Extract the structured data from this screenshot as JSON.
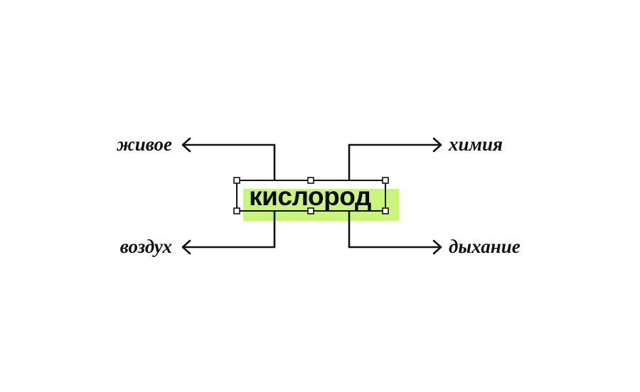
{
  "center": {
    "word": "кислород",
    "highlight_color": "#c9f57a"
  },
  "terms": {
    "top_left": "живое",
    "top_right": "химия",
    "bottom_left": "воздух",
    "bottom_right": "дыхание"
  },
  "colors": {
    "ink": "#111111",
    "background": "#ffffff"
  }
}
